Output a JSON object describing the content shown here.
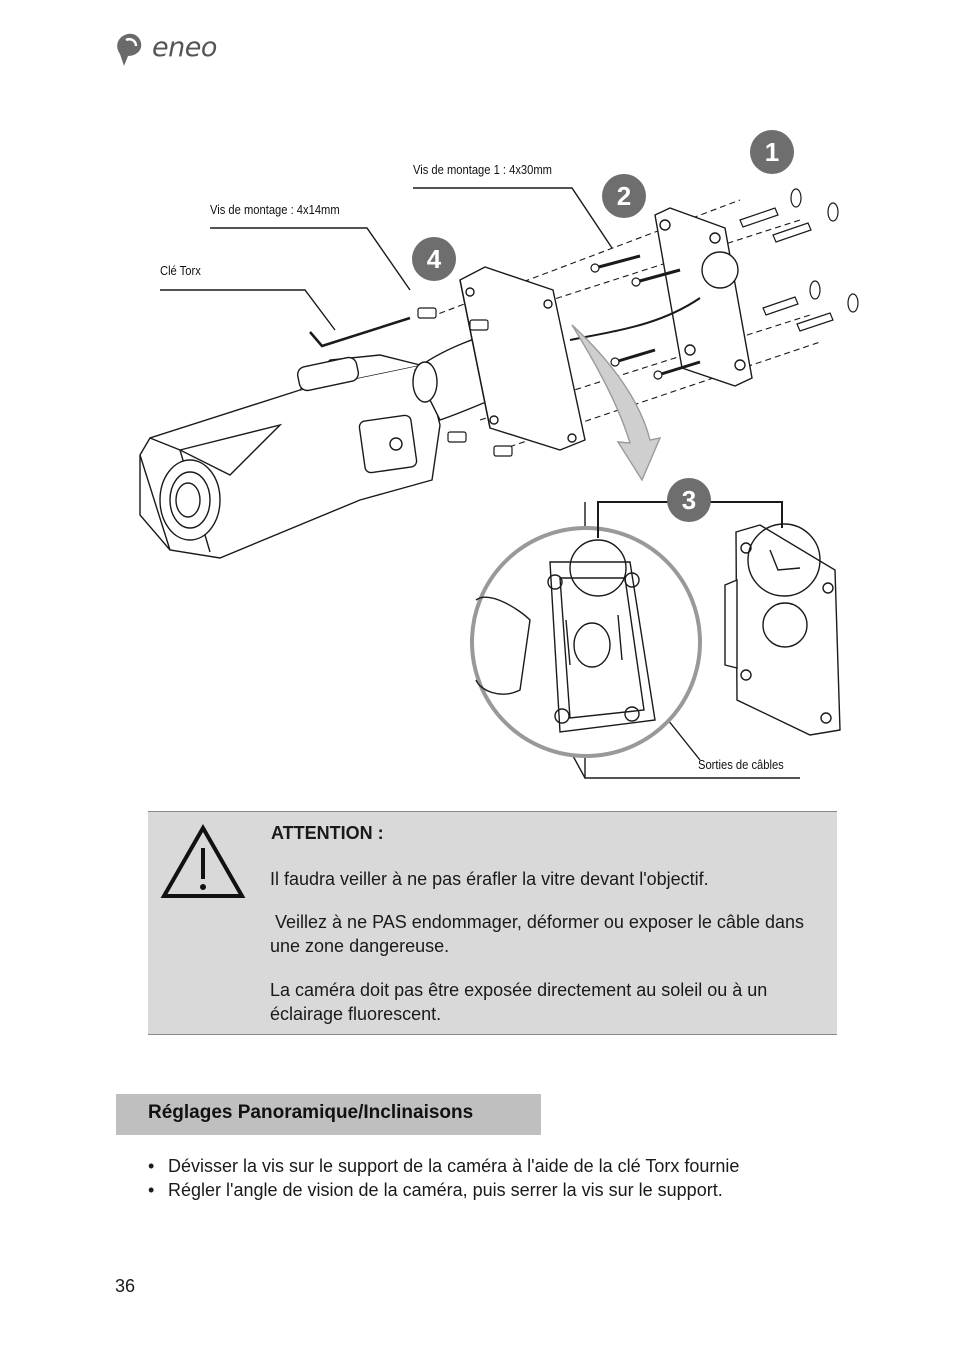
{
  "header": {
    "logo_text": "eneo"
  },
  "figure": {
    "callouts": {
      "screws_1": "Vis de montage 1 : 4x30mm",
      "screws_2": "Vis de montage : 4x14mm",
      "torx_key": "Clé Torx",
      "cable_exits": "Sorties de câbles"
    },
    "steps": [
      "1",
      "2",
      "3",
      "4"
    ]
  },
  "attention": {
    "title": "ATTENTION :",
    "paragraphs": [
      "Il faudra veiller à ne pas érafler la vitre devant l'objectif.",
      " Veillez à ne PAS endommager, déformer ou exposer le câble dans une zone dangereuse.",
      "La caméra doit pas être exposée directement au soleil ou à un éclairage fluorescent."
    ]
  },
  "section": {
    "title": "Réglages Panoramique/Inclinaisons",
    "bullets": [
      "Dévisser la vis sur le support de la caméra à l'aide de la clé Torx fournie",
      "Régler l'angle de vision de la caméra, puis serrer la vis sur le support."
    ],
    "bullet_symbol": "•"
  },
  "footer": {
    "page_number": "36"
  }
}
